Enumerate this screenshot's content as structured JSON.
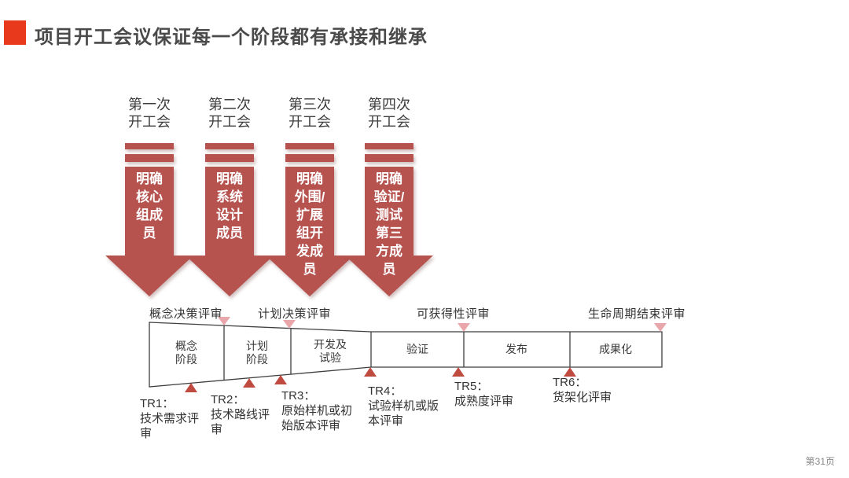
{
  "slide": {
    "title": "项目开工会议保证每一个阶段都有承接和继承",
    "page_number": "第31页"
  },
  "colors": {
    "accent_red": "#e8391d",
    "arrow_red": "#b6534f",
    "marker_dark": "#bf4a40",
    "marker_pink": "#e9a6ab",
    "outline": "#3f3f3f",
    "title_text": "#4a4a4a",
    "body_text": "#333333",
    "page_text": "#888888"
  },
  "arrows": [
    {
      "header": "第一次\n开工会",
      "body": "明确\n核心\n组成\n员"
    },
    {
      "header": "第二次\n开工会",
      "body": "明确\n系统\n设计\n成员"
    },
    {
      "header": "第三次\n开工会",
      "body": "明确\n外围/\n扩展\n组开\n发成\n员"
    },
    {
      "header": "第四次\n开工会",
      "body": "明确\n验证/\n测试\n第三\n方成\n员"
    }
  ],
  "timeline": {
    "top_reviews": [
      {
        "label": "概念决策评审"
      },
      {
        "label": "计划决策评审"
      },
      {
        "label": "可获得性评审"
      },
      {
        "label": "生命周期结束评审"
      }
    ],
    "phases": [
      {
        "label": "概念\n阶段"
      },
      {
        "label": "计划\n阶段"
      },
      {
        "label": "开发及\n试验"
      },
      {
        "label": "验证"
      },
      {
        "label": "发布"
      },
      {
        "label": "成果化"
      }
    ],
    "tr_reviews": [
      {
        "label": "TR1：\n技术需求评\n审"
      },
      {
        "label": "TR2：\n技术路线评\n审"
      },
      {
        "label": "TR3：\n原始样机或初\n始版本评审"
      },
      {
        "label": "TR4：\n试验样机或版\n本评审"
      },
      {
        "label": "TR5：\n成熟度评审"
      },
      {
        "label": "TR6：\n货架化评审"
      }
    ]
  }
}
